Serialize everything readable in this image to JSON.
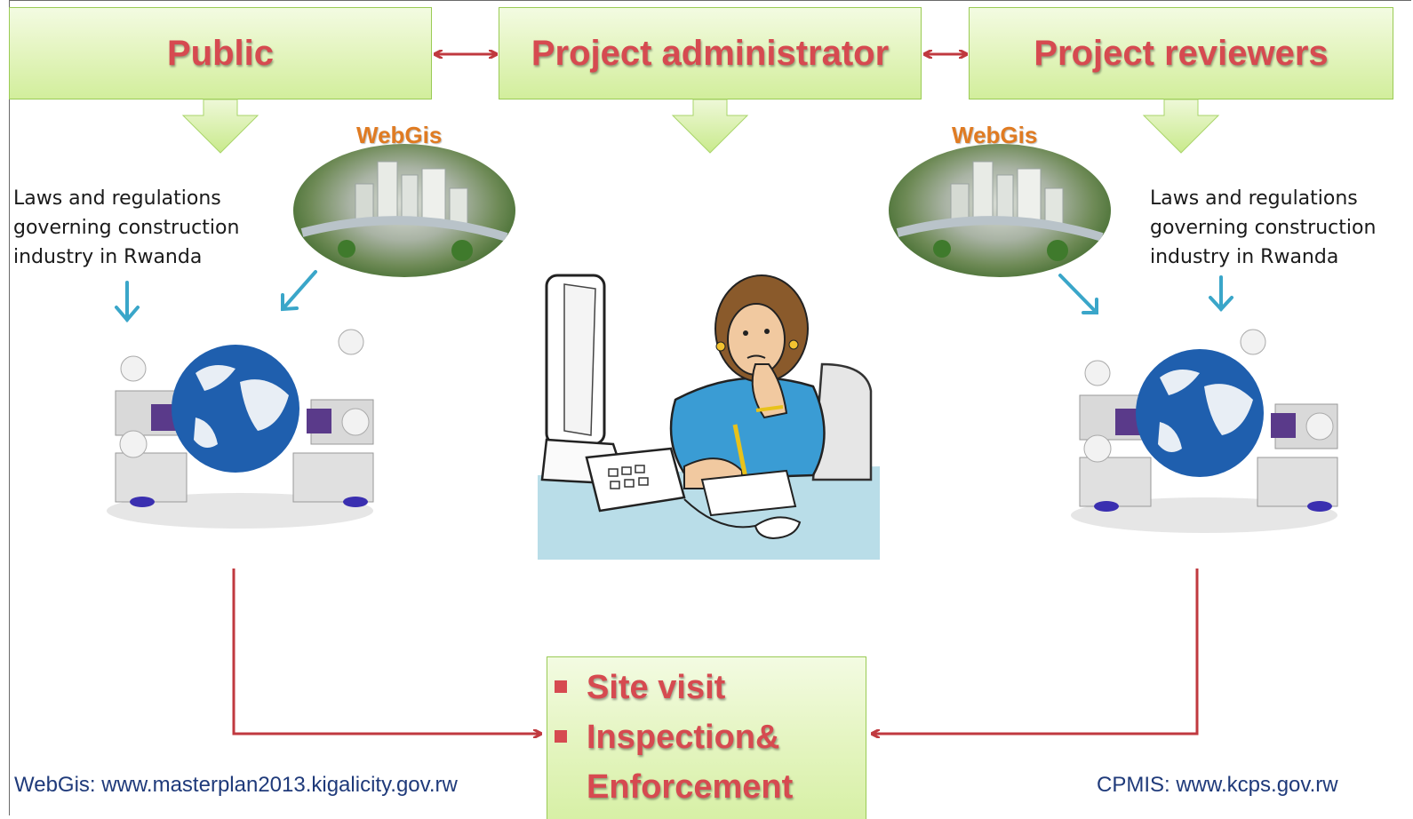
{
  "roles": {
    "public": "Public",
    "administrator": "Project administrator",
    "reviewers": "Project reviewers"
  },
  "webgis_label": "WebGis",
  "laws": {
    "line1": "Laws and regulations",
    "line2": "governing construction",
    "line3": "industry in Rwanda"
  },
  "actions": {
    "item1": "Site visit",
    "item2": "Inspection&",
    "item2_cont": "Enforcement"
  },
  "footer": {
    "left": "WebGis: www.masterplan2013.kigalicity.gov.rw",
    "right": "CPMIS: www.kcps.gov.rw"
  },
  "colors": {
    "box_green": "#d2ee9c",
    "title_red": "#d64a50",
    "webgis_orange": "#e07b22",
    "flow_red": "#c0393f",
    "pointer_blue": "#3aa6c9",
    "footer_blue": "#1f3a7a"
  },
  "icons": [
    "city-map-icon",
    "globe-network-icon",
    "woman-at-computer-icon"
  ]
}
